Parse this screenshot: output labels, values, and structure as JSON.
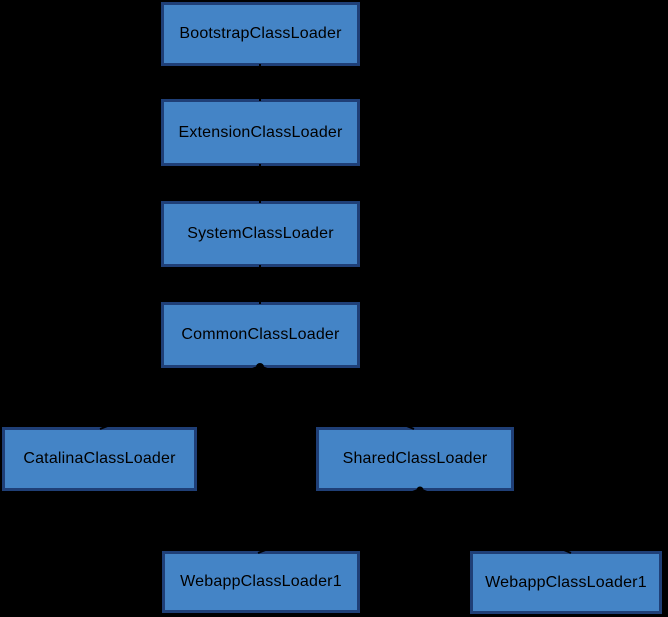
{
  "diagram": {
    "type": "hierarchy",
    "background_color": "#000000",
    "node_fill_color": "#4484c6",
    "node_border_color": "#1f3f77",
    "node_text_color": "#000000",
    "connector_color": "#000000",
    "nodes": [
      {
        "id": "bootstrap",
        "label": "BootstrapClassLoader"
      },
      {
        "id": "extension",
        "label": "ExtensionClassLoader"
      },
      {
        "id": "system",
        "label": "SystemClassLoader"
      },
      {
        "id": "common",
        "label": "CommonClassLoader"
      },
      {
        "id": "catalina",
        "label": "CatalinaClassLoader"
      },
      {
        "id": "shared",
        "label": "SharedClassLoader"
      },
      {
        "id": "webapp-left",
        "label": "WebappClassLoader1"
      },
      {
        "id": "webapp-right",
        "label": "WebappClassLoader1"
      }
    ],
    "edges": [
      {
        "from": "bootstrap",
        "to": "extension"
      },
      {
        "from": "extension",
        "to": "system"
      },
      {
        "from": "system",
        "to": "common"
      },
      {
        "from": "common",
        "to": "catalina"
      },
      {
        "from": "common",
        "to": "shared"
      },
      {
        "from": "shared",
        "to": "webapp-left"
      },
      {
        "from": "shared",
        "to": "webapp-right"
      }
    ]
  }
}
